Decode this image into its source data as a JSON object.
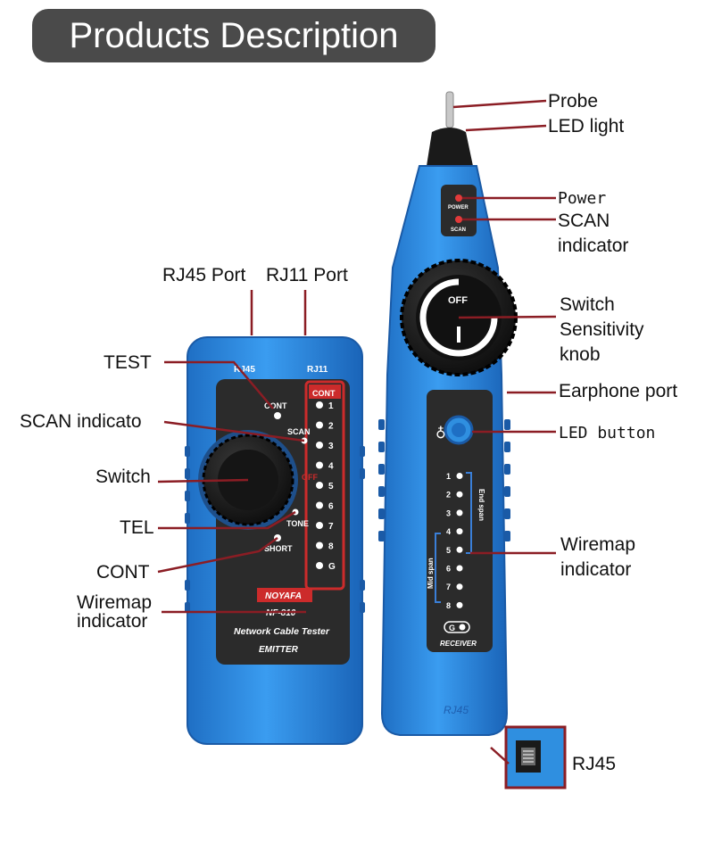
{
  "header": {
    "title": "Products Description"
  },
  "emitter": {
    "port_rj45": "RJ45",
    "port_rj11": "RJ11",
    "cont_box": "CONT",
    "pins": [
      "1",
      "2",
      "3",
      "4",
      "5",
      "6",
      "7",
      "8",
      "G"
    ],
    "mode_cont": "CONT",
    "mode_scan": "SCAN",
    "mode_off": "OFF",
    "mode_tone": "TONE",
    "mode_short": "SHORT",
    "brand": "NOYAFA",
    "model": "NF-810",
    "product": "Network Cable Tester",
    "role": "EMITTER"
  },
  "receiver": {
    "power": "POWER",
    "scan": "SCAN",
    "knob_off": "OFF",
    "pins": [
      "1",
      "2",
      "3",
      "4",
      "5",
      "6",
      "7",
      "8"
    ],
    "ground": "G",
    "end_span": "End span",
    "mid_span": "Mid span",
    "role": "RECEIVER",
    "rj45_mark": "RJ45"
  },
  "callouts": {
    "rj45_port": "RJ45 Port",
    "rj11_port": "RJ11 Port",
    "test": "TEST",
    "scan_indicator_left": "SCAN indicato",
    "switch_left": "Switch",
    "tel": "TEL",
    "cont": "CONT",
    "wiremap_left_1": "Wiremap",
    "wiremap_left_2": "indicator",
    "probe": "Probe",
    "led_light": "LED light",
    "power": "Power",
    "scan_indicator_right_1": "SCAN",
    "scan_indicator_right_2": "indicator",
    "switch_right_1": "Switch",
    "switch_right_2": "Sensitivity",
    "switch_right_3": "knob",
    "earphone_port": "Earphone port",
    "led_button": "LED button",
    "wiremap_right_1": "Wiremap",
    "wiremap_right_2": "indicator",
    "rj45_bottom": "RJ45"
  },
  "colors": {
    "body_blue": "#2f8fe0",
    "panel": "#2b2b2b",
    "accent_red": "#b0202a",
    "white": "#ffffff"
  }
}
